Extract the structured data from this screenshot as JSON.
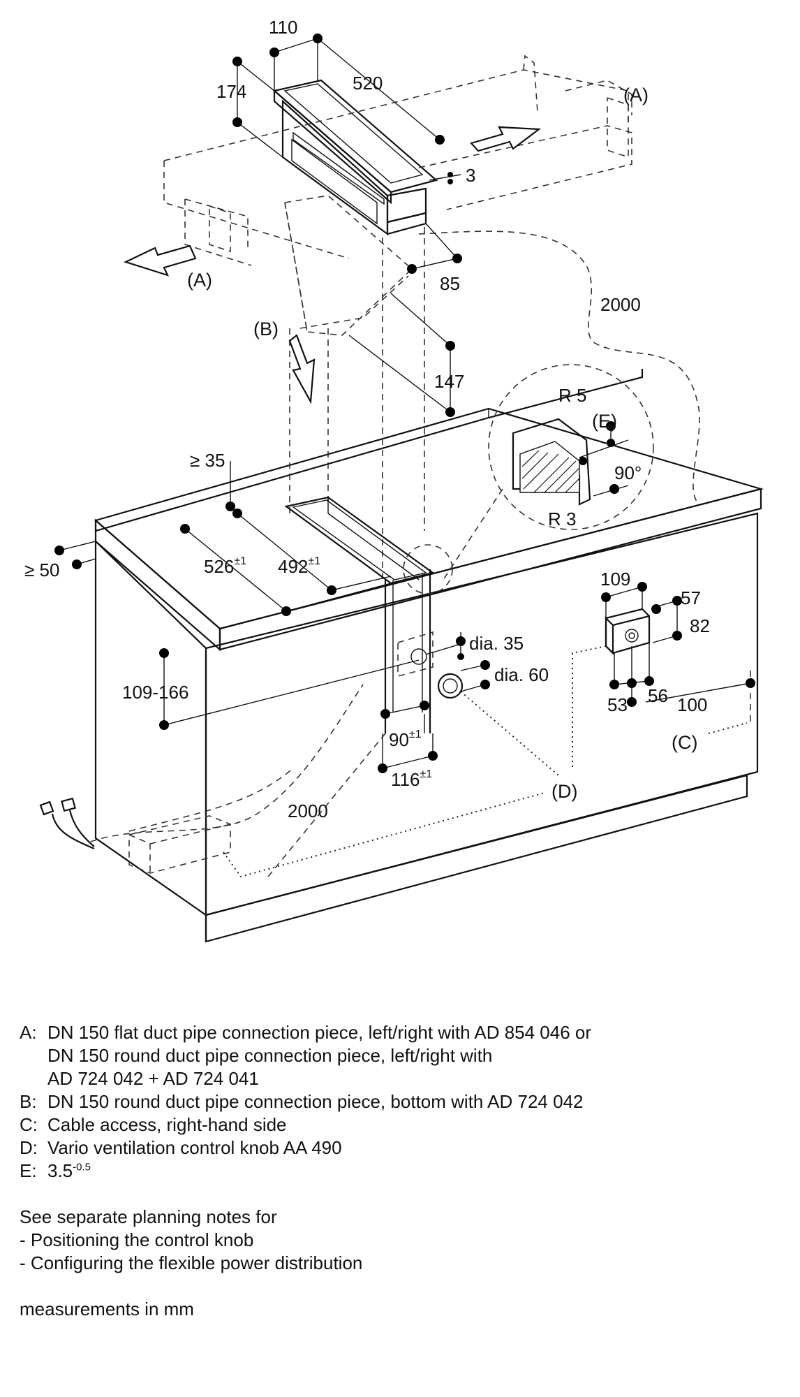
{
  "diagram": {
    "dimensions": {
      "d110": "110",
      "d520": "520",
      "d174": "174",
      "d3": "3",
      "d85": "85",
      "d2000_top": "2000",
      "d147": "147",
      "d35": "≥ 35",
      "d50": "≥ 50",
      "d526": "526",
      "d526_tol": "±1",
      "d492": "492",
      "d492_tol": "±1",
      "dR5": "R 5",
      "dR3": "R 3",
      "d90deg": "90°",
      "d109": "109",
      "d57": "57",
      "d82": "82",
      "d53": "53",
      "d56": "56",
      "d100": "100",
      "d109_166": "109-166",
      "ddia35": "dia. 35",
      "ddia60": "dia. 60",
      "d90": "90",
      "d90_tol": "±1",
      "d116": "116",
      "d116_tol": "±1",
      "d2000_bottom": "2000"
    },
    "labels": {
      "A_right": "(A)",
      "A_left": "(A)",
      "B": "(B)",
      "E": "(E)",
      "C": "(C)",
      "D": "(D)"
    }
  },
  "legend": {
    "items": [
      {
        "key": "A",
        "lines": [
          "DN 150 flat duct pipe connection piece, left/right with AD 854 046 or",
          "DN 150 round duct pipe connection piece, left/right with",
          "AD 724 042 + AD 724 041"
        ]
      },
      {
        "key": "B",
        "lines": [
          "DN 150 round duct pipe connection piece, bottom with AD 724 042"
        ]
      },
      {
        "key": "C",
        "lines": [
          "Cable access, right-hand side"
        ]
      },
      {
        "key": "D",
        "lines": [
          "Vario ventilation control knob AA 490"
        ]
      }
    ],
    "e_key": "E",
    "e_value": "3.5",
    "e_sup": "-0.5",
    "notes": [
      "See separate planning notes for",
      "- Positioning the control knob",
      "- Configuring the flexible power distribution"
    ],
    "units": "measurements in mm"
  }
}
